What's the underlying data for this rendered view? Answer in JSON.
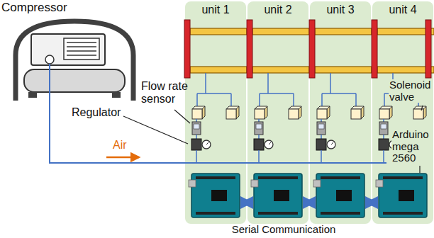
{
  "diagram": {
    "nodes": [
      {
        "text": [
          "Compressor"
        ]
      },
      {
        "text": [
          "unit 1"
        ]
      },
      {
        "text": [
          "unit 2"
        ]
      },
      {
        "text": [
          "unit 3"
        ]
      },
      {
        "text": [
          "unit 4"
        ]
      }
    ],
    "labels": [
      "Flow rate sensor",
      "Solenoid valve",
      "Regulator",
      "Air",
      "Arduino mega 2560",
      "Serial Communication"
    ]
  }
}
